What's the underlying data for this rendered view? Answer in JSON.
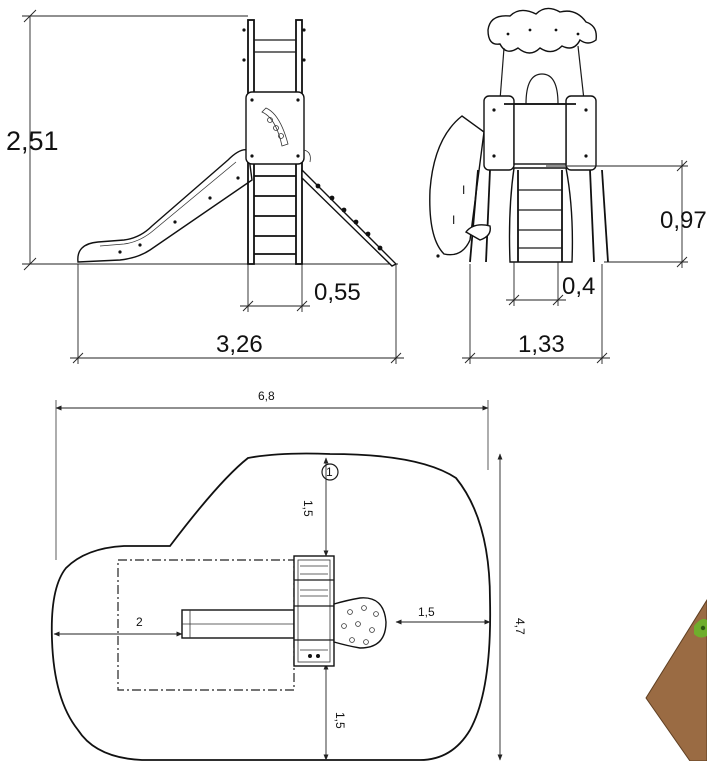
{
  "side_view": {
    "height_label": "2,51",
    "platform_width_label": "0,55",
    "total_length_label": "3,26"
  },
  "front_view": {
    "platform_height_label": "0,97",
    "ladder_width_label": "0,4",
    "total_width_label": "1,33"
  },
  "plan_view": {
    "overall_length_label": "6,8",
    "overall_width_label": "4,7",
    "clearance_top_label": "1,5",
    "clearance_bottom_label": "1,5",
    "clearance_right_label": "1,5",
    "clearance_left_label": "2",
    "marker_label": "1"
  },
  "colors": {
    "line": "#1a1a1a",
    "panel_corner_brown": "#9a6b43",
    "panel_corner_green": "#6fae2c"
  }
}
